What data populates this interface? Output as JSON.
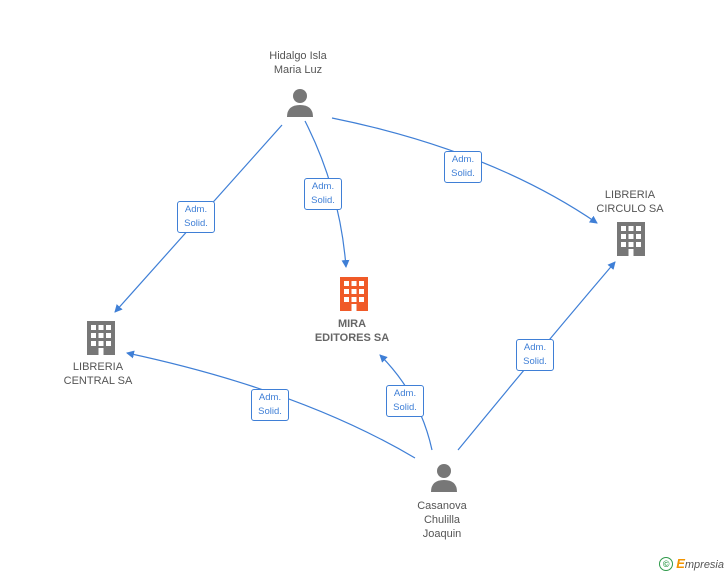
{
  "nodes": {
    "hidalgo": {
      "line1": "Hidalgo Isla",
      "line2": "Maria Luz"
    },
    "mira": {
      "line1": "MIRA",
      "line2": "EDITORES SA"
    },
    "circulo": {
      "line1": "LIBRERIA",
      "line2": "CIRCULO SA"
    },
    "central": {
      "line1": "LIBRERIA",
      "line2": "CENTRAL SA"
    },
    "casanova": {
      "line1": "Casanova",
      "line2": "Chulilla",
      "line3": "Joaquin"
    }
  },
  "edge_label": {
    "line1": "Adm.",
    "line2": "Solid."
  },
  "footer": {
    "copyright": "©",
    "brand_initial": "E",
    "brand_rest": "mpresia"
  },
  "colors": {
    "edge": "#3f7fd6",
    "main_icon": "#f05a28",
    "icon": "#777777",
    "brand": "#2f9a4a"
  }
}
